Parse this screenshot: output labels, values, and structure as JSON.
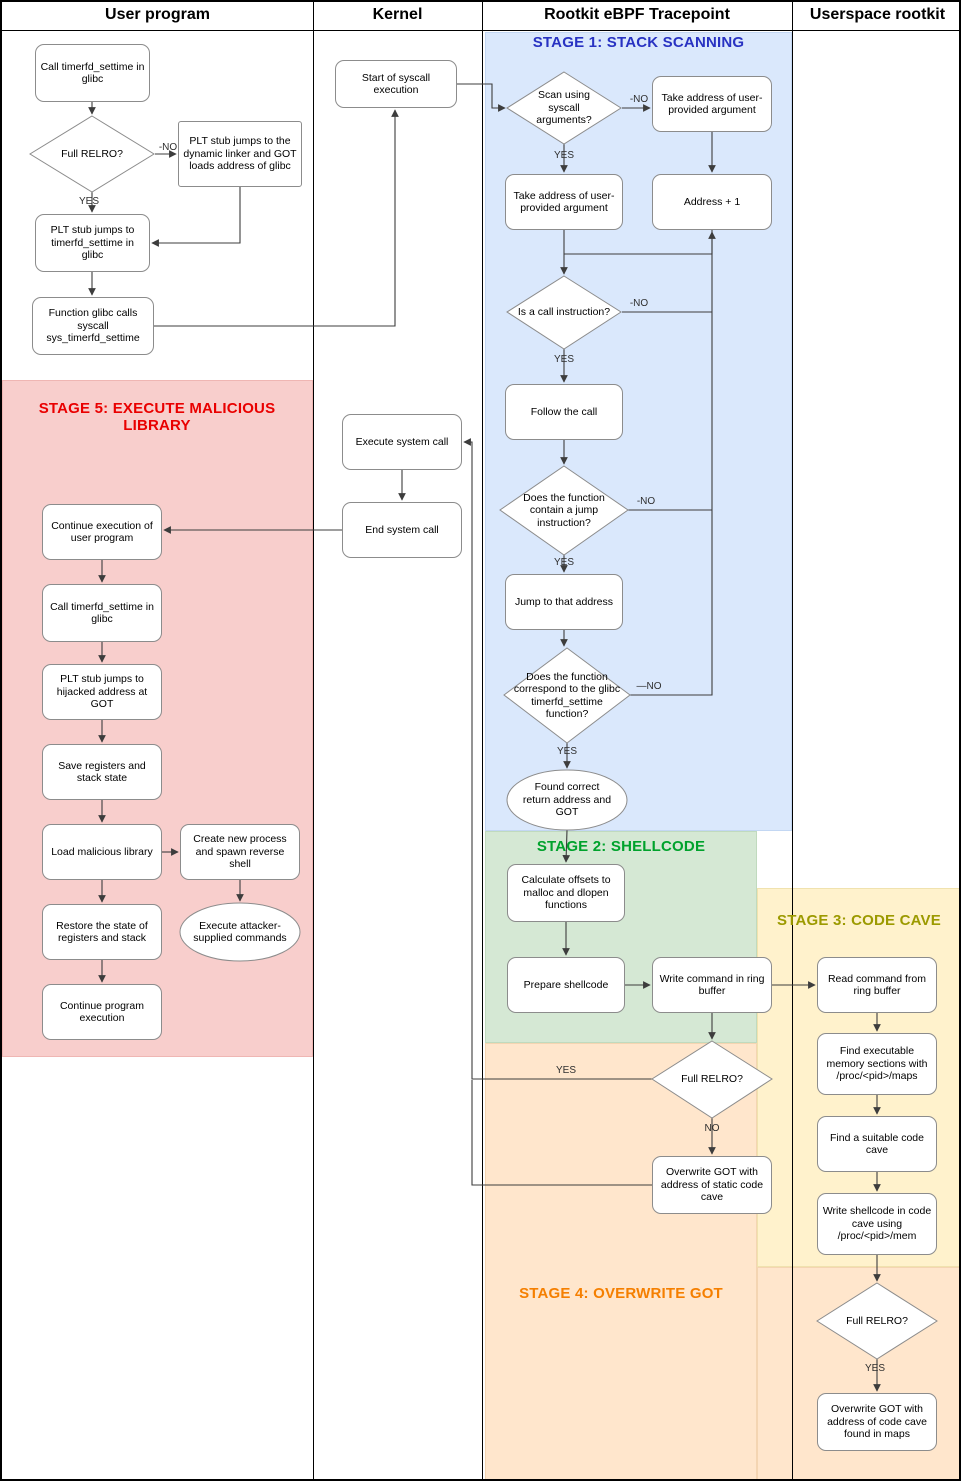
{
  "lanes": [
    {
      "label": "User program"
    },
    {
      "label": "Kernel"
    },
    {
      "label": "Rootkit eBPF Tracepoint"
    },
    {
      "label": "Userspace rootkit"
    }
  ],
  "stages": {
    "s1": {
      "label": "STAGE 1: STACK SCANNING",
      "label_color": "#2832c2",
      "bg": "#dae8fc"
    },
    "s2": {
      "label": "STAGE 2: SHELLCODE",
      "label_color": "#00a22c",
      "bg": "#d5e8d4"
    },
    "s3": {
      "label": "STAGE 3: CODE CAVE",
      "label_color": "#9c9a00",
      "bg": "#fff2cc"
    },
    "s4": {
      "label": "STAGE 4: OVERWRITE GOT",
      "label_color": "#f57f00",
      "bg": "#ffe6cc"
    },
    "s5": {
      "label": "STAGE 5: EXECUTE MALICIOUS LIBRARY",
      "label_color": "#e90000",
      "bg": "#f8cecc"
    }
  },
  "nodes": {
    "call_settime_1": "Call timerfd_settime in glibc",
    "full_relro_1": "Full RELRO?",
    "plt_dynamic_linker": "PLT stub jumps to the dynamic linker and GOT loads address of glibc",
    "plt_settime": "PLT stub jumps to timerfd_settime in glibc",
    "glibc_syscall": "Function glibc calls syscall sys_timerfd_settime",
    "start_syscall": "Start of syscall execution",
    "execute_syscall": "Execute system call",
    "end_syscall": "End system call",
    "scan_args": "Scan using syscall arguments?",
    "take_addr_no": "Take address of user-provided argument",
    "take_addr_yes": "Take address of user-provided argument",
    "addr_plus_1": "Address + 1",
    "is_call": "Is a call instruction?",
    "follow_call": "Follow the call",
    "has_jump": "Does the function contain a jump instruction?",
    "jump_addr": "Jump to that address",
    "is_glibc_fn": "Does the function correspond to the glibc timerfd_settime function?",
    "found_addr": "Found correct return address and GOT",
    "calc_offsets": "Calculate offsets to malloc and dlopen functions",
    "prepare_shellcode": "Prepare shellcode",
    "write_ringbuf": "Write command in ring buffer",
    "full_relro_2": "Full RELRO?",
    "overwrite_static": "Overwrite GOT with address of static code cave",
    "read_ringbuf": "Read command from ring buffer",
    "find_exec_mem": "Find executable memory sections with /proc/<pid>/maps",
    "find_cave": "Find a suitable code cave",
    "write_shellcode_cave": "Write shellcode in code cave using /proc/<pid>/mem",
    "full_relro_3": "Full RELRO?",
    "overwrite_maps": "Overwrite GOT with address of code cave found in maps",
    "continue_user": "Continue execution of user program",
    "call_settime_2": "Call timerfd_settime in glibc",
    "plt_hijacked": "PLT stub jumps to hijacked address at GOT",
    "save_registers": "Save registers and stack state",
    "load_library": "Load malicious library",
    "create_process": "Create new process and spawn reverse shell",
    "execute_commands": "Execute attacker-supplied commands",
    "restore_state": "Restore the state of registers and stack",
    "continue_program": "Continue program execution"
  },
  "edge_labels": {
    "yes": "YES",
    "no": "-NO",
    "no_long": "—NO",
    "no_plain": "NO"
  }
}
